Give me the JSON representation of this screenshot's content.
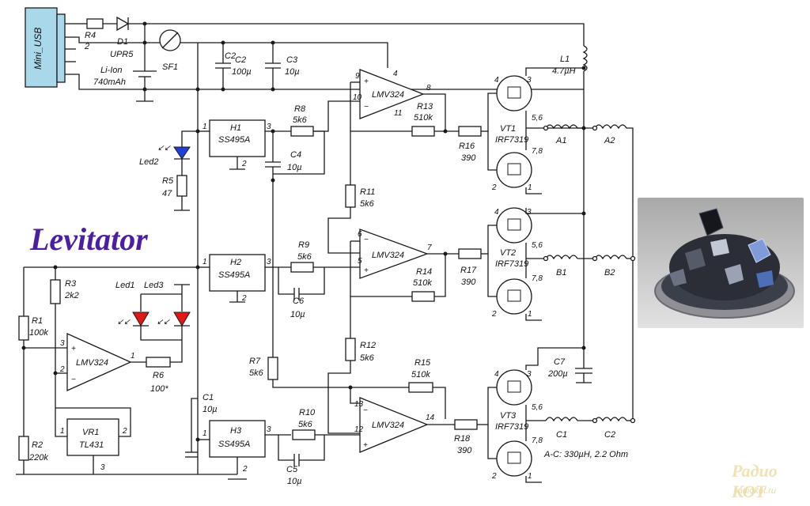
{
  "title": "Levitator",
  "watermark": {
    "name": "Радио КОТ",
    "url": "radiokot.ru"
  },
  "note": "A-C: 330µH, 2.2 Ohm",
  "labels": {
    "usb": "Mini_USB",
    "r4": "R4",
    "r4v": "2",
    "d1": "D1",
    "d1v": "UPR5",
    "bat": "Li-Ion",
    "batv": "740mAh",
    "sf1": "SF1",
    "c2": "C2",
    "c2v": "100µ",
    "c3": "C3",
    "c3v": "10µ",
    "l1": "L1",
    "l1v": "4.7µH",
    "led2": "Led2",
    "r5": "R5",
    "r5v": "47",
    "h1": "H1",
    "h2": "H2",
    "h3": "H3",
    "hall": "SS495A",
    "r8": "R8",
    "r8v": "5k6",
    "c4": "C4",
    "c4v": "10µ",
    "r11": "R11",
    "r11v": "5k6",
    "r9": "R9",
    "r9v": "5k6",
    "c6": "C6",
    "c6v": "10µ",
    "r12": "R12",
    "r12v": "5k6",
    "r7": "R7",
    "r7v": "5k6",
    "r10": "R10",
    "r10v": "5k6",
    "c5": "C5",
    "c5v": "10µ",
    "c1": "C1",
    "c1v": "10µ",
    "r13": "R13",
    "r13v": "510k",
    "r14": "R14",
    "r14v": "510k",
    "r15": "R15",
    "r15v": "510k",
    "r16": "R16",
    "r16v": "390",
    "r17": "R17",
    "r17v": "390",
    "r18": "R18",
    "r18v": "390",
    "opamp": "LMV324",
    "vt1": "VT1",
    "vt2": "VT2",
    "vt3": "VT3",
    "mos": "IRF7319",
    "a1": "A1",
    "a2": "A2",
    "b1": "B1",
    "b2": "B2",
    "cc1": "C1",
    "cc2": "C2",
    "c7": "C7",
    "c7v": "200µ",
    "r1": "R1",
    "r1v": "100k",
    "r2": "R2",
    "r2v": "220k",
    "r3": "R3",
    "r3v": "2k2",
    "r6": "R6",
    "r6v": "100*",
    "led1": "Led1",
    "led3": "Led3",
    "vr1": "VR1",
    "vr1v": "TL431"
  },
  "pins": {
    "u1_9": "9",
    "u1_10": "10",
    "u1_4": "4",
    "u1_8": "8",
    "u1_11": "11",
    "u2_6": "6",
    "u2_5": "5",
    "u2_7": "7",
    "u3_13": "13",
    "u3_12": "12",
    "u3_14": "14",
    "u4_3": "3",
    "u4_2": "2",
    "u4_1": "1",
    "h1_1": "1",
    "h1_3": "3",
    "h1_2": "2",
    "h2_1": "1",
    "h2_3": "3",
    "h2_2": "2",
    "h3_1": "1",
    "h3_3": "3",
    "h3_2": "2",
    "vr_1": "1",
    "vr_2": "2",
    "vr_3": "3",
    "vt_4": "4",
    "vt_3": "3",
    "vt_56": "5,6",
    "vt_78": "7,8",
    "vt_2": "2",
    "vt_1": "1"
  },
  "colors": {
    "title": "#4b1fa0",
    "usb": "#a8d8ea",
    "led_blue": "#1f3fd6",
    "led_red": "#e01818"
  }
}
